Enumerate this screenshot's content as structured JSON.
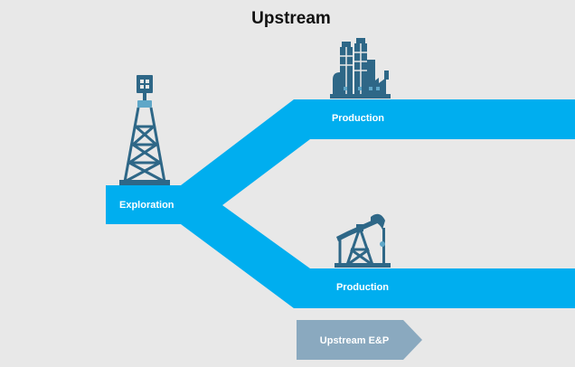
{
  "title": "Upstream",
  "labels": {
    "exploration": "Exploration",
    "production_top": "Production",
    "production_bottom": "Production",
    "arrow": "Upstream E&P"
  },
  "icons": {
    "drilling_rig": "oil-derrick-icon",
    "refinery": "refinery-plant-icon",
    "pumpjack": "pumpjack-icon"
  },
  "colors": {
    "background": "#e8e8e8",
    "band": "#00aeef",
    "icon": "#2e6787",
    "icon_accent": "#5fa7c8",
    "arrow": "#8aa9bf",
    "title": "#111111",
    "band_text": "#ffffff"
  }
}
